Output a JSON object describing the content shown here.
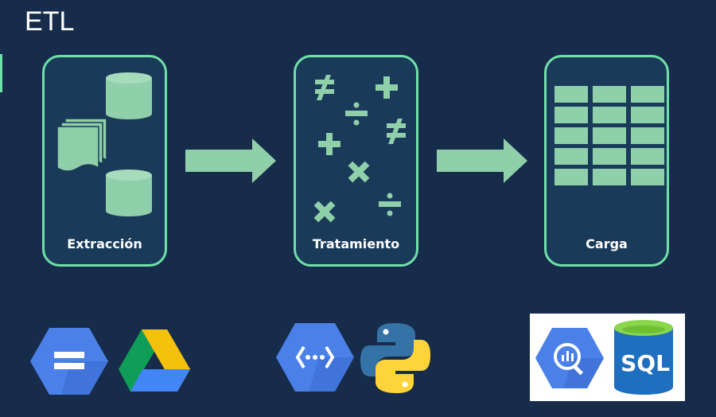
{
  "title": "ETL",
  "stages": [
    {
      "label": "Extracción"
    },
    {
      "label": "Tratamiento"
    },
    {
      "label": "Carga"
    }
  ],
  "colors": {
    "background": "#172c4a",
    "accent": "#6fe0a8",
    "box_fill": "#1a3a5a",
    "shape_fill": "#8fcfa9",
    "google_blue": "#4a80e8"
  },
  "icons": {
    "extract": [
      "google-cloud-storage-icon",
      "google-drive-icon"
    ],
    "transform": [
      "google-cloud-functions-icon",
      "python-icon"
    ],
    "load": [
      "bigquery-icon",
      "sql-database-icon"
    ]
  },
  "sql_label": "SQL"
}
